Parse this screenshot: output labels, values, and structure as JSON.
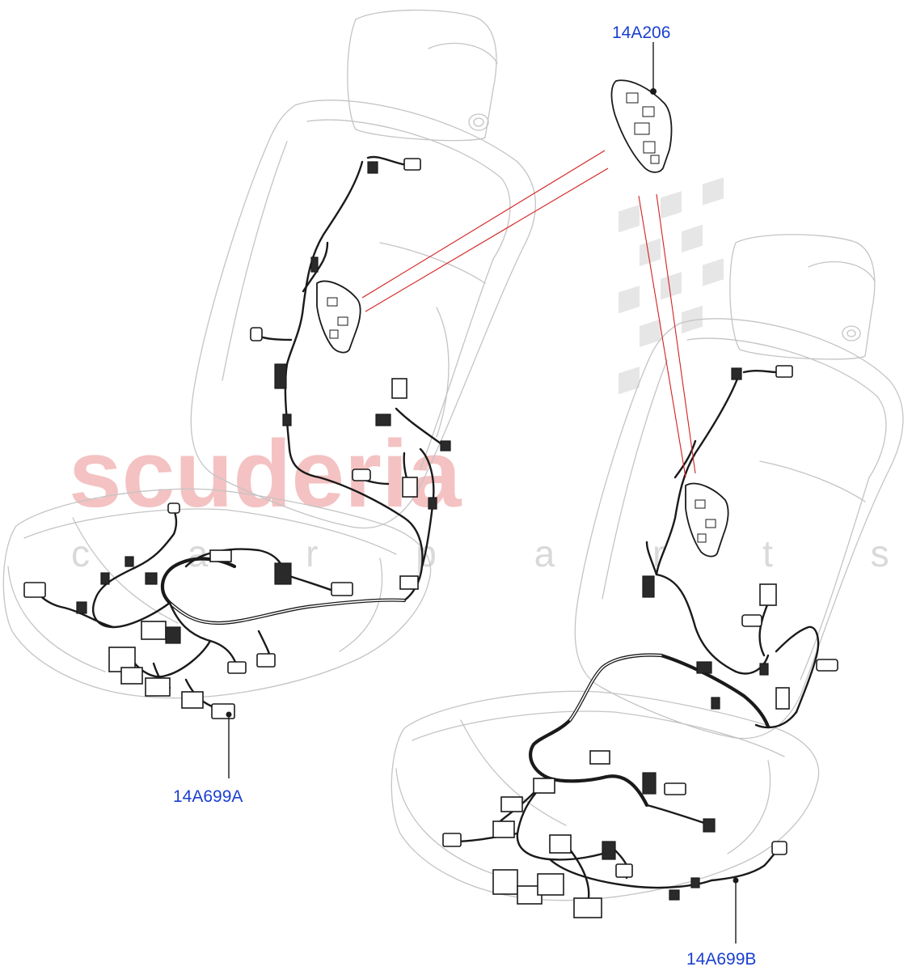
{
  "watermark": {
    "brand": "scuderia",
    "sub": "c a r p a r t s"
  },
  "callouts": [
    {
      "id": "upper-module",
      "label": "14A206"
    },
    {
      "id": "left-harness",
      "label": "14A699A"
    },
    {
      "id": "right-harness",
      "label": "14A699B"
    }
  ],
  "colors": {
    "callout_text": "#1a3fd0",
    "reference_line": "#d42020",
    "seat_outline": "#c4c4c4",
    "harness": "#1a1a1a",
    "watermark_brand": "#f4c2c2"
  }
}
